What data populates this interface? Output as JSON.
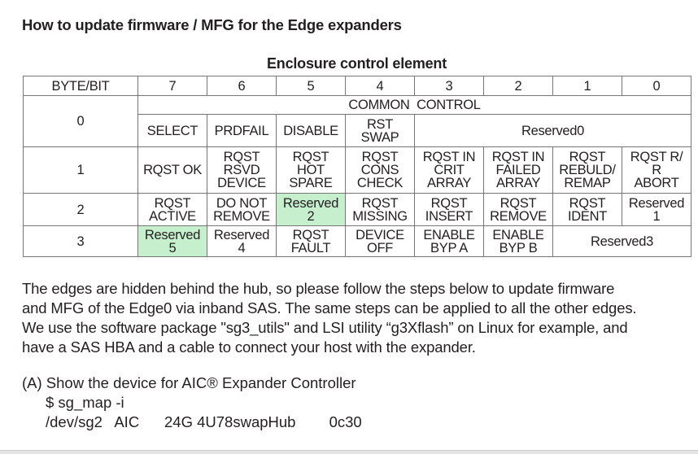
{
  "title": "How to update firmware / MFG for the Edge expanders",
  "table": {
    "caption": "Enclosure control element",
    "header": [
      "BYTE/BIT",
      "7",
      "6",
      "5",
      "4",
      "3",
      "2",
      "1",
      "0"
    ],
    "byte0": {
      "label": "0",
      "common": "COMMON  CONTROL",
      "cells": [
        "SELECT",
        "PRDFAIL",
        "DISABLE",
        "RST\nSWAP",
        "Reserved0"
      ]
    },
    "byte1": {
      "label": "1",
      "cells": [
        "RQST OK",
        "RQST\nRSVD\nDEVICE",
        "RQST\nHOT\nSPARE",
        "RQST\nCONS\nCHECK",
        "RQST IN\nCRIT\nARRAY",
        "RQST IN\nFAILED\nARRAY",
        "RQST\nREBULD/\nREMAP",
        "RQST R/\nR\nABORT"
      ]
    },
    "byte2": {
      "label": "2",
      "cells": [
        "RQST\nACTIVE",
        "DO NOT\nREMOVE",
        "Reserved\n2",
        "RQST\nMISSING",
        "RQST\nINSERT",
        "RQST\nREMOVE",
        "RQST\nIDENT",
        "Reserved\n1"
      ]
    },
    "byte3": {
      "label": "3",
      "cells": [
        "Reserved\n5",
        "Reserved\n4",
        "RQST\nFAULT",
        "DEVICE\nOFF",
        "ENABLE\nBYP A",
        "ENABLE\nBYP B",
        "Reserved3"
      ]
    },
    "highlight_color": "#c6efce"
  },
  "paragraph": [
    "The edges are hidden behind the hub, so please follow the steps below to update firmware",
    "and MFG of the Edge0 via inband SAS. The same steps can be applied to all the other edges.",
    "We use the software package \"sg3_utils\" and LSI utility “g3Xflash” on Linux for example, and",
    "have a SAS HBA and a cable to connect your host with the expander."
  ],
  "step_a": {
    "heading": "(A) Show the device for AIC® Expander Controller",
    "command": "$ sg_map -i",
    "output": "/dev/sg2   AIC      24G 4U78swapHub        0c30"
  }
}
